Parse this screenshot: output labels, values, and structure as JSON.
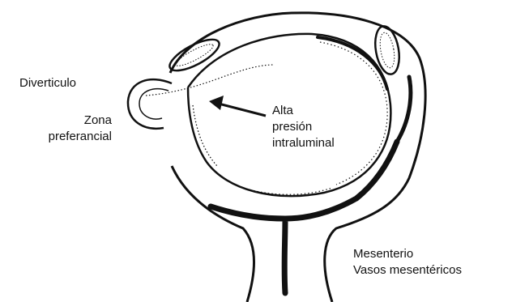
{
  "labels": {
    "diverticulo": "Diverticulo",
    "zona": "Zona",
    "preferancial": "preferancial",
    "alta": "Alta",
    "presion": "presión",
    "intraluminal": "intraluminal",
    "mesenterio": "Mesenterio",
    "vasos": "Vasos mesentéricos"
  },
  "colors": {
    "ink": "#111111",
    "background": "#ffffff"
  }
}
